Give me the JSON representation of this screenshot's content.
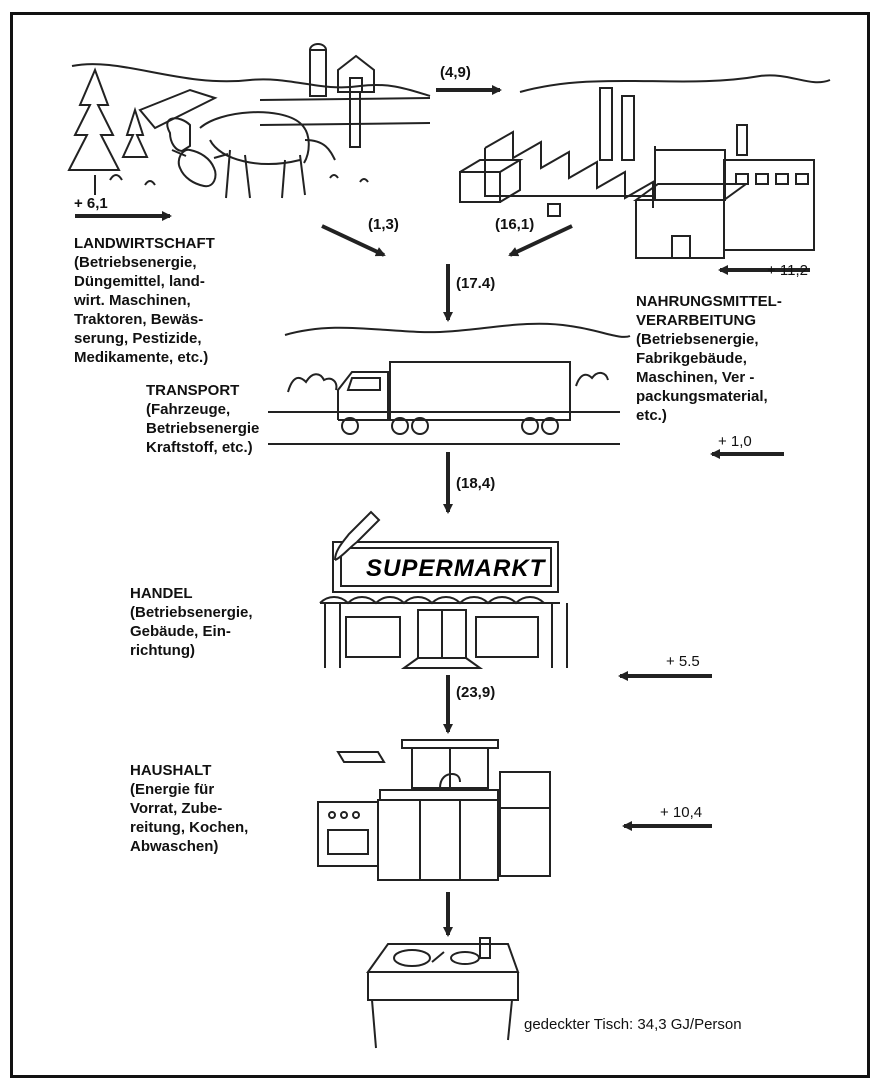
{
  "labels": {
    "landwirtschaft": "LANDWIRTSCHAFT\n(Betriebsenergie,\nDüngemittel, land-\nwirt. Maschinen,\nTraktoren, Bewäs-\nserung, Pestizide,\nMedikamente, etc.)",
    "nahrungsmittel": "NAHRUNGSMITTEL-\nVERARBEITUNG\n(Betriebsenergie,\nFabrikgebäude,\nMaschinen, Ver -\npackungsmaterial,\netc.)",
    "transport": "TRANSPORT\n(Fahrzeuge,\nBetriebsenergie\nKraftstoff, etc.)",
    "handel": "HANDEL\n(Betriebsenergie,\nGebäude, Ein-\nrichtung)",
    "haushalt": "HAUSHALT\n(Energie für\nVorrat, Zube-\nreitung, Kochen,\nAbwaschen)",
    "tisch": "gedeckter Tisch: 34,3 GJ/Person"
  },
  "sign": "SUPERMARKT",
  "values": {
    "farm_to_factory": "(4,9)",
    "farm_input": "+ 6,1",
    "farm_to_transport": "(1,3)",
    "factory_to_transport": "(16,1)",
    "factory_input": "+ 11,2",
    "sum_transport": "(17.4)",
    "transport_input": "+ 1,0",
    "sum_handel": "(18,4)",
    "handel_input": "+ 5.5",
    "sum_haushalt": "(23,9)",
    "haushalt_input": "+ 10,4"
  }
}
